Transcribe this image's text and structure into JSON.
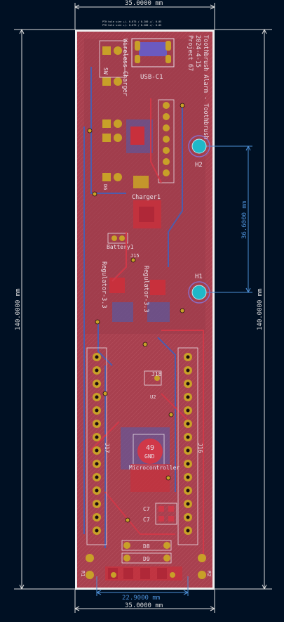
{
  "dimensions": {
    "top_width": "35.0000 mm",
    "bottom_width": "35.0000 mm",
    "inner_width": "22.9000 mm",
    "left_height": "140.0000 mm",
    "right_height": "140.0000 mm",
    "hole_spacing": "36.6000 mm"
  },
  "fab_notes": {
    "line1": "PTH hole size +/- 0.075 / 0.200 +/- 0.05",
    "line2": "PTH hole size +/- 0.075 / 0.200 +/- 0.05"
  },
  "board_text": {
    "title": "Toothbrush Alarm - Toothbrush",
    "date": "2024-4-15",
    "project": "Project 67"
  },
  "labels": {
    "usb": "USB-C1",
    "wireless": "Wireless Charger",
    "sw": "SW",
    "h2": "H2",
    "h1": "H1",
    "charger": "Charger1",
    "battery": "Battery1",
    "reg1": "Regulator-3.3",
    "reg2": "Regulator-3.3",
    "j15": "J15",
    "j18": "J18",
    "j16": "J16",
    "j17": "J17",
    "u2": "U2",
    "pad49": "49",
    "gnd": "GND",
    "mcu": "Microcontroller",
    "c7a": "C7",
    "c7b": "C7",
    "d8": "D8",
    "d9": "D9",
    "d6": "D6",
    "r1": "R1",
    "r2": "R2"
  },
  "colors": {
    "background": "#001023",
    "board": "#9c3c4c",
    "copper_front": "#c8303c",
    "copper_back": "#4c5dae",
    "pad_gold": "#c8a028",
    "silk": "#e8e0e8",
    "dimension": "#dcdcdc",
    "dim_blue": "#4c8fd6",
    "hole": "#1fb8c8"
  }
}
